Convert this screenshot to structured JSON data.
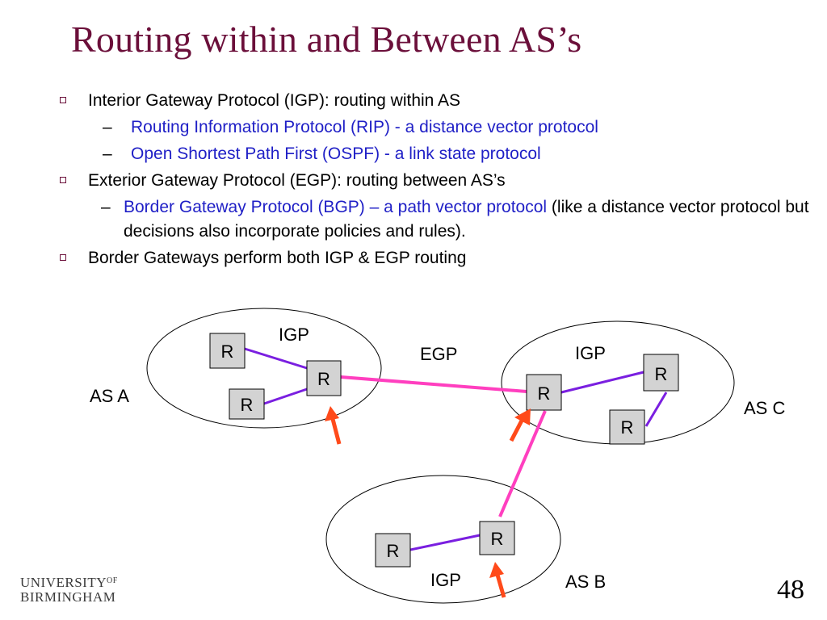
{
  "slide": {
    "title": "Routing within and Between AS’s",
    "page_number": "48",
    "logo": {
      "line1_main": "UNIVERSITY",
      "line1_sup": "OF",
      "line2": "BIRMINGHAM"
    }
  },
  "bullets": [
    {
      "text": "Interior Gateway Protocol (IGP):  routing within AS"
    },
    {
      "dash": "–",
      "text": "Routing Information Protocol  (RIP) - a distance vector protocol"
    },
    {
      "dash": "–",
      "text": "Open Shortest Path First (OSPF) - a link state protocol"
    },
    {
      "text": "Exterior Gateway Protocol (EGP):  routing between AS’s"
    },
    {
      "dash": "–",
      "blue_text": "Border Gateway Protocol (BGP) – a path vector protocol",
      "black_text": " (like a distance vector protocol but decisions also incorporate policies and rules)."
    },
    {
      "text": "Border Gateways perform both IGP & EGP routing"
    }
  ],
  "diagram": {
    "router_label": "R",
    "as_labels": {
      "a": "AS A",
      "b": "AS B",
      "c": "AS C"
    },
    "igp_label": "IGP",
    "egp_label": "EGP",
    "colors": {
      "igp_link": "#7a1fe0",
      "egp_link": "#ff3fbf",
      "arrow": "#ff4a1a",
      "router_fill": "#d3d3d3"
    }
  }
}
